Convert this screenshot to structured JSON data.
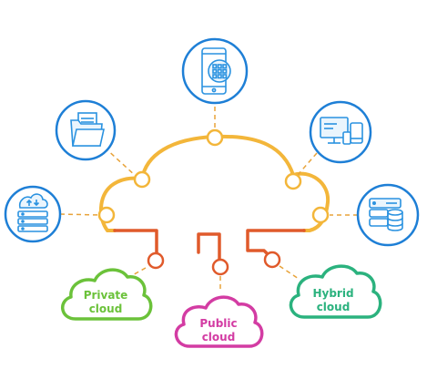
{
  "colors": {
    "cloud_outline": "#f3b63a",
    "connector": "#e05a2b",
    "node_blue": "#1e7fd6",
    "icon_blue": "#2a92e0",
    "private": "#6bc23a",
    "public": "#d33ca3",
    "hybrid": "#2bb27e"
  },
  "service_icons": [
    {
      "name": "server-upload-download-icon"
    },
    {
      "name": "folder-documents-icon"
    },
    {
      "name": "mobile-phone-app-icon"
    },
    {
      "name": "desktop-tablet-devices-icon"
    },
    {
      "name": "server-database-icon"
    }
  ],
  "clouds": {
    "private": {
      "line1": "Private",
      "line2": "cloud"
    },
    "public": {
      "line1": "Public",
      "line2": "cloud"
    },
    "hybrid": {
      "line1": "Hybrid",
      "line2": "cloud"
    }
  }
}
